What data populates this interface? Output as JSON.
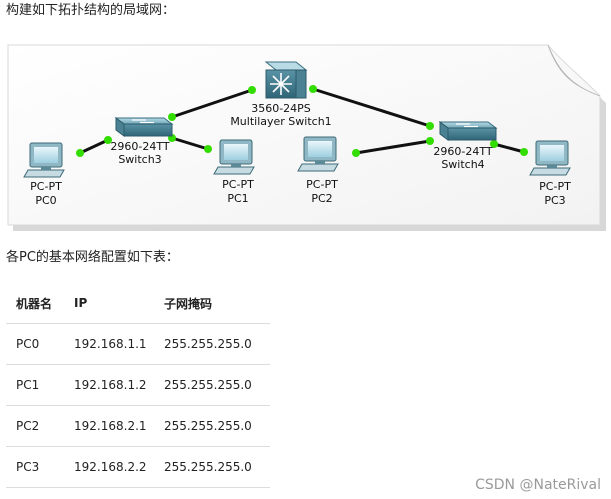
{
  "intro_text": "构建如下拓扑结构的局域网：",
  "topology": {
    "core_switch": {
      "model": "3560-24PS",
      "name": "Multilayer Switch1"
    },
    "switch3": {
      "model": "2960-24TT",
      "name": "Switch3"
    },
    "switch4": {
      "model": "2960-24TT",
      "name": "Switch4"
    },
    "pcs": [
      {
        "type": "PC-PT",
        "name": "PC0"
      },
      {
        "type": "PC-PT",
        "name": "PC1"
      },
      {
        "type": "PC-PT",
        "name": "PC2"
      },
      {
        "type": "PC-PT",
        "name": "PC3"
      }
    ],
    "link_color": "#111111",
    "port_color": "#33dd00"
  },
  "section_caption": "各PC的基本网络配置如下表：",
  "table": {
    "headers": [
      "机器名",
      "IP",
      "子网掩码"
    ],
    "rows": [
      [
        "PC0",
        "192.168.1.1",
        "255.255.255.0"
      ],
      [
        "PC1",
        "192.168.1.2",
        "255.255.255.0"
      ],
      [
        "PC2",
        "192.168.2.1",
        "255.255.255.0"
      ],
      [
        "PC3",
        "192.168.2.2",
        "255.255.255.0"
      ]
    ]
  },
  "watermark": "CSDN @NateRival"
}
